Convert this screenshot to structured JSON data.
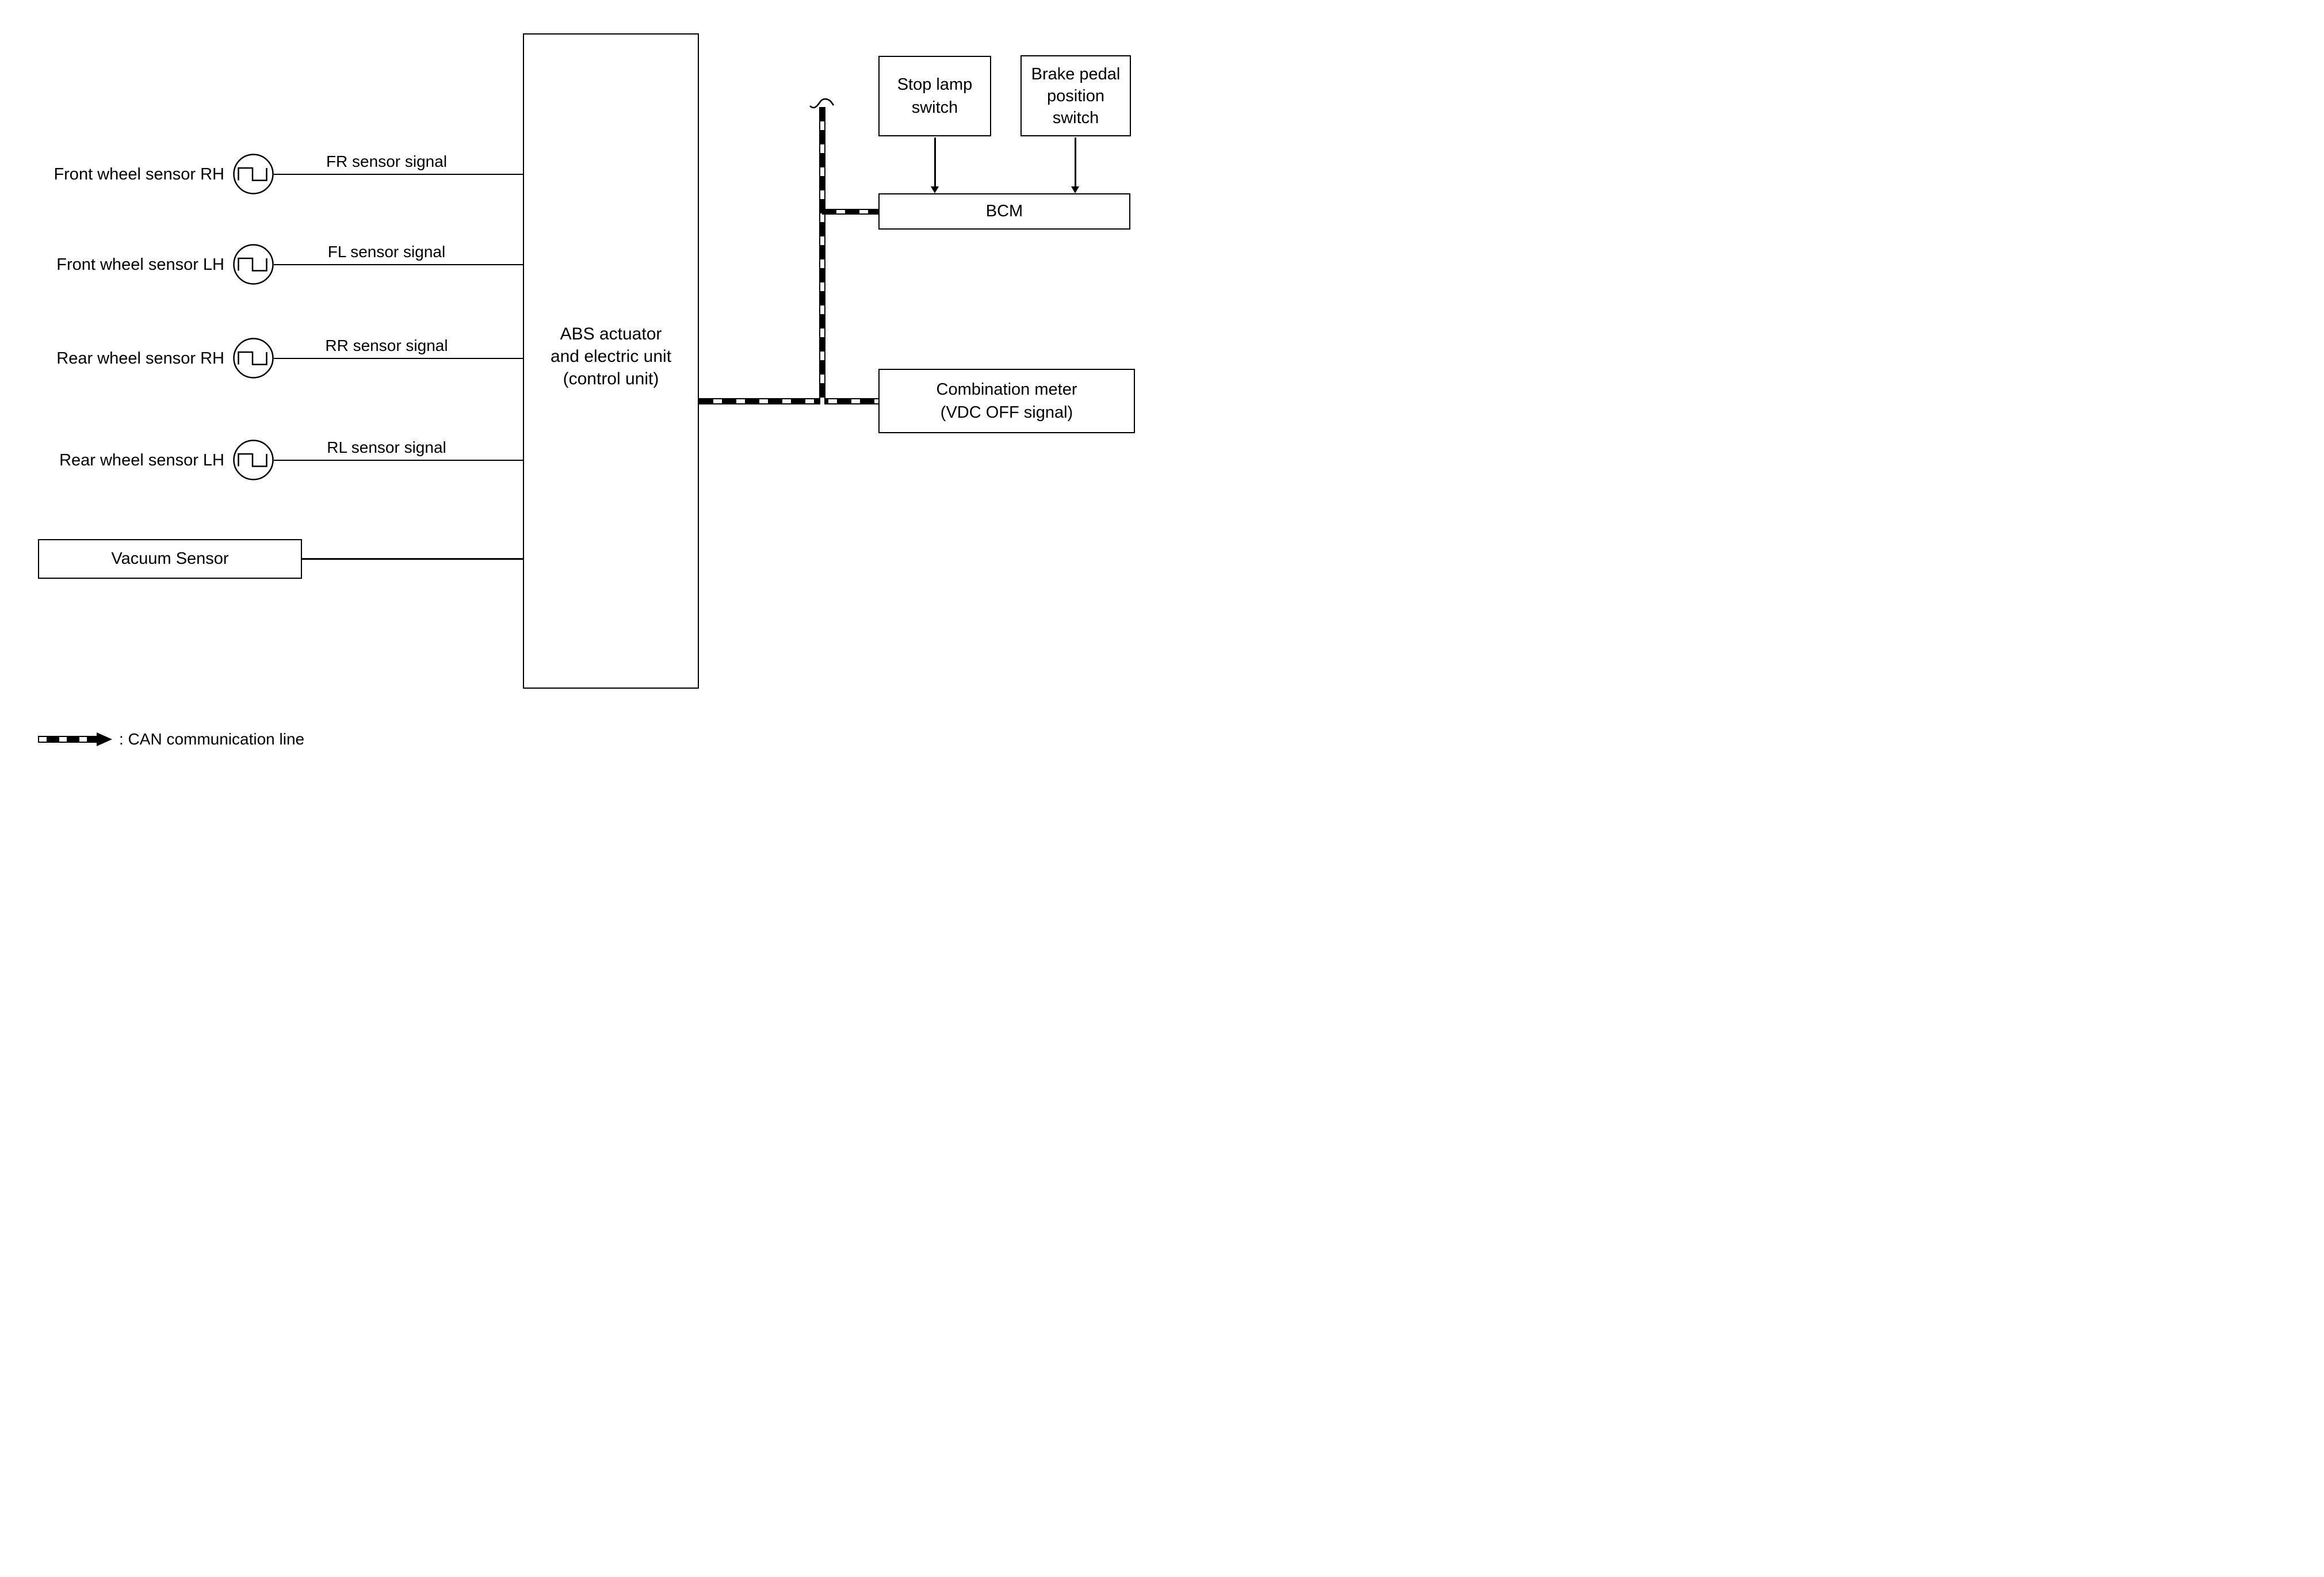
{
  "sensors": [
    {
      "label": "Front wheel sensor RH",
      "signal": "FR sensor signal"
    },
    {
      "label": "Front wheel sensor LH",
      "signal": "FL sensor signal"
    },
    {
      "label": "Rear wheel sensor RH",
      "signal": "RR sensor signal"
    },
    {
      "label": "Rear wheel sensor LH",
      "signal": "RL sensor signal"
    }
  ],
  "vacuum_sensor": {
    "label": "Vacuum Sensor"
  },
  "abs_unit": {
    "line1": "ABS actuator",
    "line2": "and electric unit",
    "line3": "(control unit)"
  },
  "stop_lamp_switch": {
    "line1": "Stop lamp",
    "line2": "switch"
  },
  "brake_pedal_switch": {
    "line1": "Brake pedal",
    "line2": "position",
    "line3": "switch"
  },
  "bcm": {
    "label": "BCM"
  },
  "combination_meter": {
    "line1": "Combination meter",
    "line2": "(VDC OFF signal)"
  },
  "legend": {
    "label": ": CAN communication line"
  },
  "colors": {
    "line": "#000000",
    "background": "#ffffff"
  }
}
